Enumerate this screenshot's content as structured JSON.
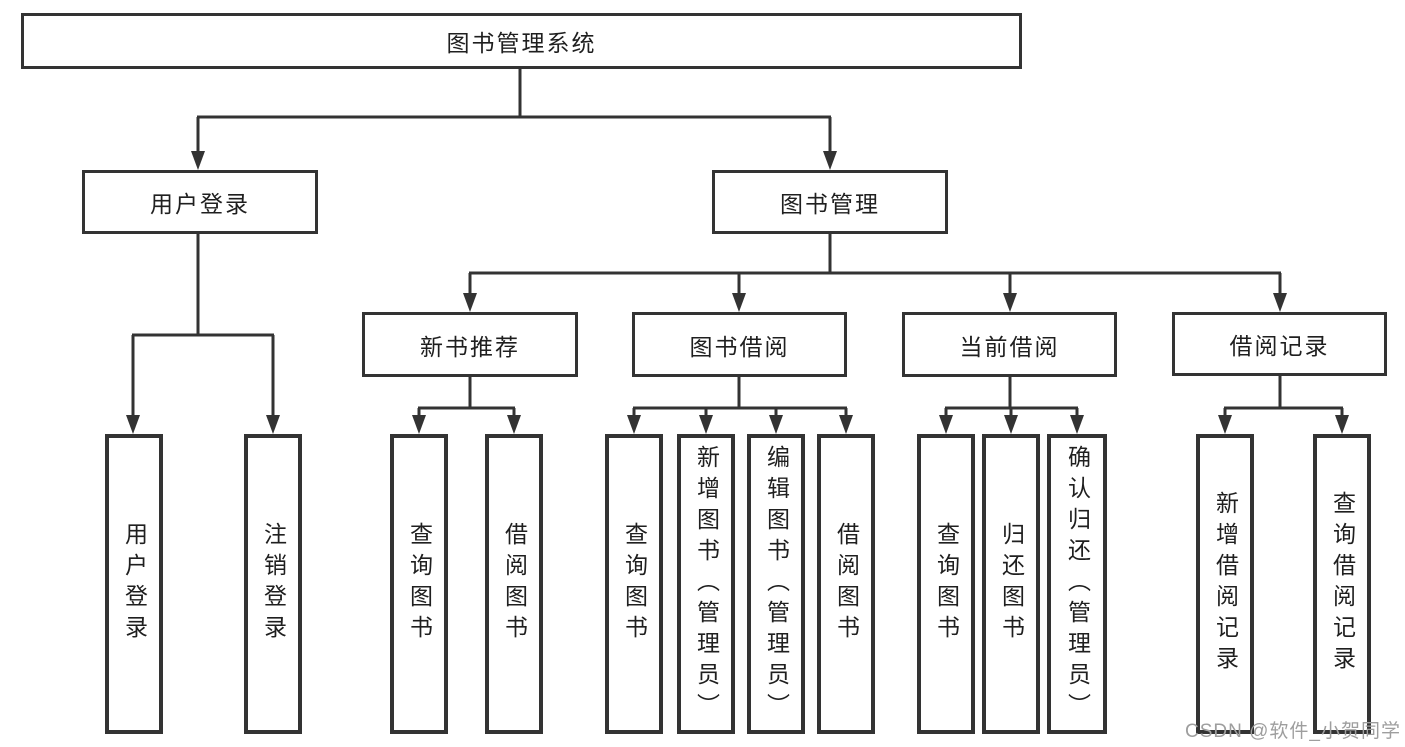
{
  "diagram": {
    "root": {
      "label": "图书管理系统"
    },
    "level2": [
      {
        "label": "用户登录"
      },
      {
        "label": "图书管理"
      }
    ],
    "level3": [
      {
        "label": "新书推荐"
      },
      {
        "label": "图书借阅"
      },
      {
        "label": "当前借阅"
      },
      {
        "label": "借阅记录"
      }
    ],
    "leaves": {
      "user_login": [
        "用户登录",
        "注销登录"
      ],
      "new_book": [
        "查询图书",
        "借阅图书"
      ],
      "book_borrow": [
        "查询图书",
        "新增图书（管理员）",
        "编辑图书（管理员）",
        "借阅图书"
      ],
      "current_borrow": [
        "查询图书",
        "归还图书",
        "确认归还（管理员）"
      ],
      "borrow_records": [
        "新增借阅记录",
        "查询借阅记录"
      ]
    },
    "watermark": "CSDN @软件_小贺同学",
    "colors": {
      "line": "#333333",
      "text": "#1f1f1f",
      "watermark": "#9e9e9e",
      "background": "#ffffff"
    }
  }
}
